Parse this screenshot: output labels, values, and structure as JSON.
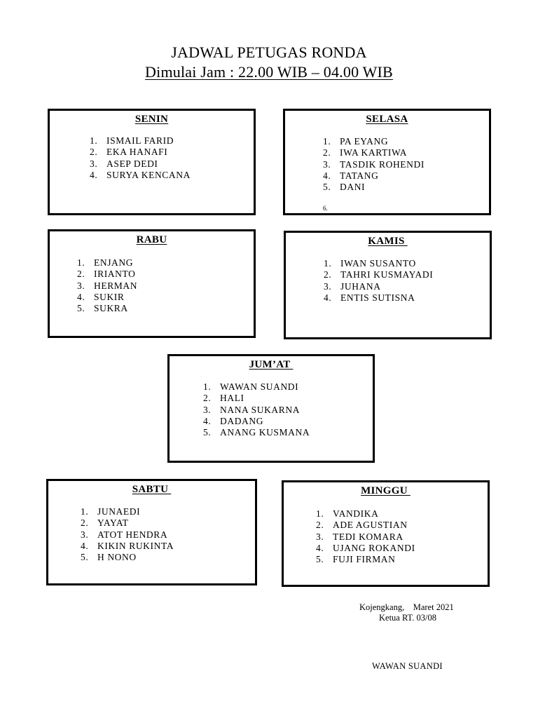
{
  "title": "JADWAL PETUGAS RONDA",
  "subtitle": "Dimulai Jam : 22.00 WIB – 04.00 WIB",
  "days": {
    "senin": {
      "name": "SENIN",
      "members": [
        "ISMAIL FARID",
        "EKA HANAFI",
        "ASEP DEDI",
        "SURYA KENCANA"
      ]
    },
    "selasa": {
      "name": "SELASA",
      "members": [
        "PA EYANG",
        "IWA KARTIWA",
        "TASDIK ROHENDI",
        "TATANG",
        "DANI"
      ],
      "extra_number": "6."
    },
    "rabu": {
      "name": "RABU",
      "members": [
        "ENJANG",
        "IRIANTO",
        "HERMAN",
        "SUKIR",
        "SUKRA"
      ]
    },
    "kamis": {
      "name": "KAMIS ",
      "members": [
        "IWAN SUSANTO",
        "TAHRI KUSMAYADI",
        "JUHANA",
        "ENTIS SUTISNA"
      ]
    },
    "jumat": {
      "name": "JUM’AT ",
      "members": [
        "WAWAN SUANDI",
        "HALI",
        "NANA SUKARNA",
        "DADANG",
        "ANANG KUSMANA"
      ]
    },
    "sabtu": {
      "name": "SABTU ",
      "members": [
        "JUNAEDI",
        "YAYAT",
        "ATOT HENDRA",
        "KIKIN RUKINTA",
        "H NONO"
      ]
    },
    "minggu": {
      "name": "MINGGU ",
      "members": [
        "VANDIKA",
        "ADE AGUSTIAN",
        "TEDI KOMARA",
        "UJANG ROKANDI",
        "FUJI FIRMAN"
      ]
    }
  },
  "signature": {
    "place_date": "Kojengkang,    Maret 2021",
    "role": "Ketua RT. 03/08",
    "name": "WAWAN SUANDI"
  }
}
